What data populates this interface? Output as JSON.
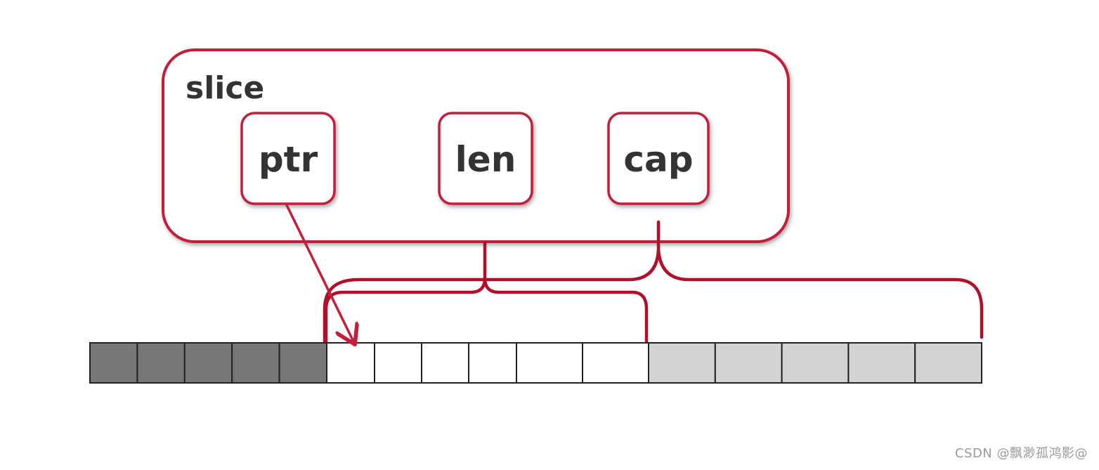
{
  "slice": {
    "label": "slice",
    "fields": [
      {
        "id": "ptr",
        "label": "ptr"
      },
      {
        "id": "len",
        "label": "len"
      },
      {
        "id": "cap",
        "label": "cap"
      }
    ]
  },
  "array": {
    "underlying_before_ptr": 5,
    "in_len": 6,
    "beyond_len_within_cap": 5
  },
  "colors": {
    "accent": "#b0102a",
    "box_border": "#c41e3a",
    "cell_before": "#777777",
    "cell_in_len": "#ffffff",
    "cell_beyond": "#d3d3d3",
    "cell_border": "#222222",
    "text": "#333333"
  },
  "watermark": "CSDN @飘渺孤鸿影@"
}
